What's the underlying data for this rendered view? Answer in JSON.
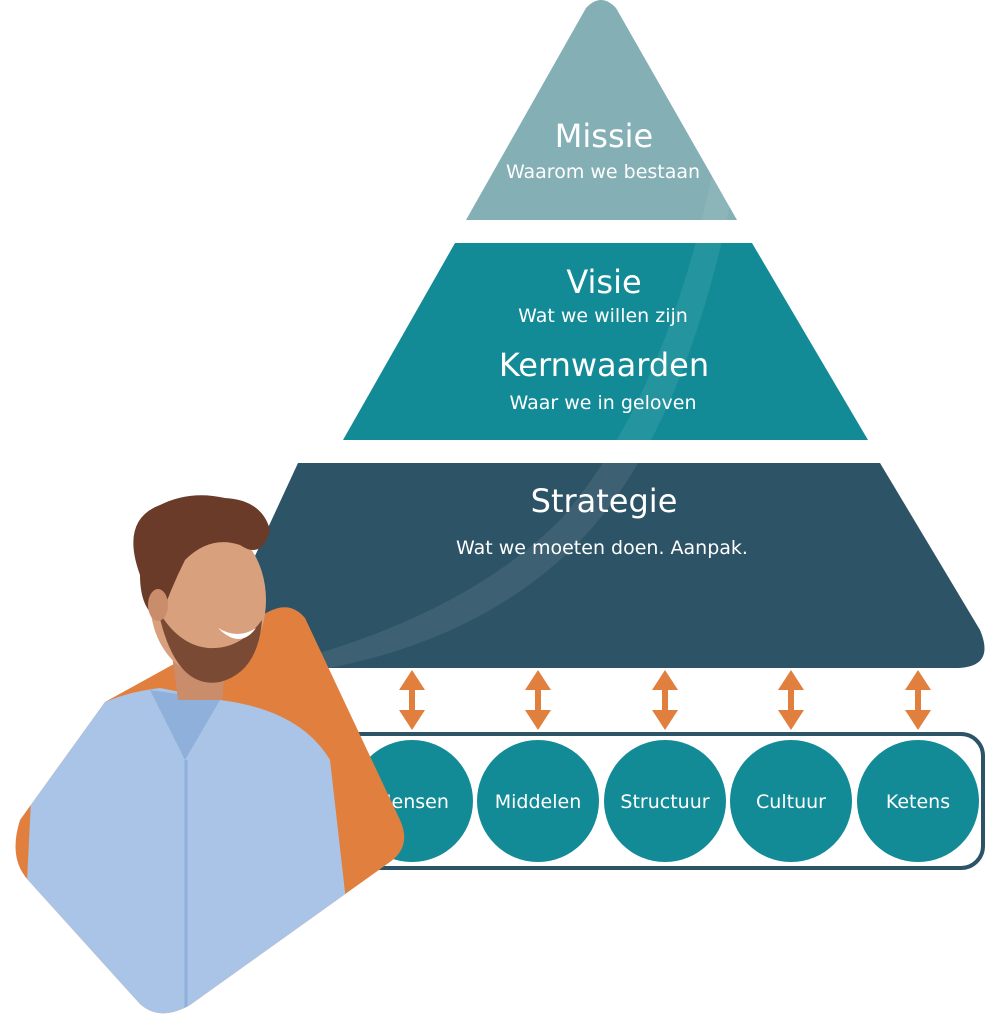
{
  "pyramid": {
    "missie": {
      "title": "Missie",
      "subtitle": "Waarom we bestaan"
    },
    "visie": {
      "title": "Visie",
      "subtitle": "Wat we willen zijn"
    },
    "kernwaarden": {
      "title": "Kernwaarden",
      "subtitle": "Waar we in geloven"
    },
    "strategie": {
      "title": "Strategie",
      "subtitle": "Wat we moeten doen. Aanpak."
    }
  },
  "pillars": [
    {
      "label": "Mensen"
    },
    {
      "label": "Middelen"
    },
    {
      "label": "Structuur"
    },
    {
      "label": "Cultuur"
    },
    {
      "label": "Ketens"
    }
  ],
  "colors": {
    "missie": "#83AFB5",
    "visie": "#128B97",
    "strategie": "#2D5366",
    "pillar": "#128B97",
    "arrow": "#E1803E",
    "accent_shape": "#E1803E",
    "shirt": "#A9C4E6"
  }
}
